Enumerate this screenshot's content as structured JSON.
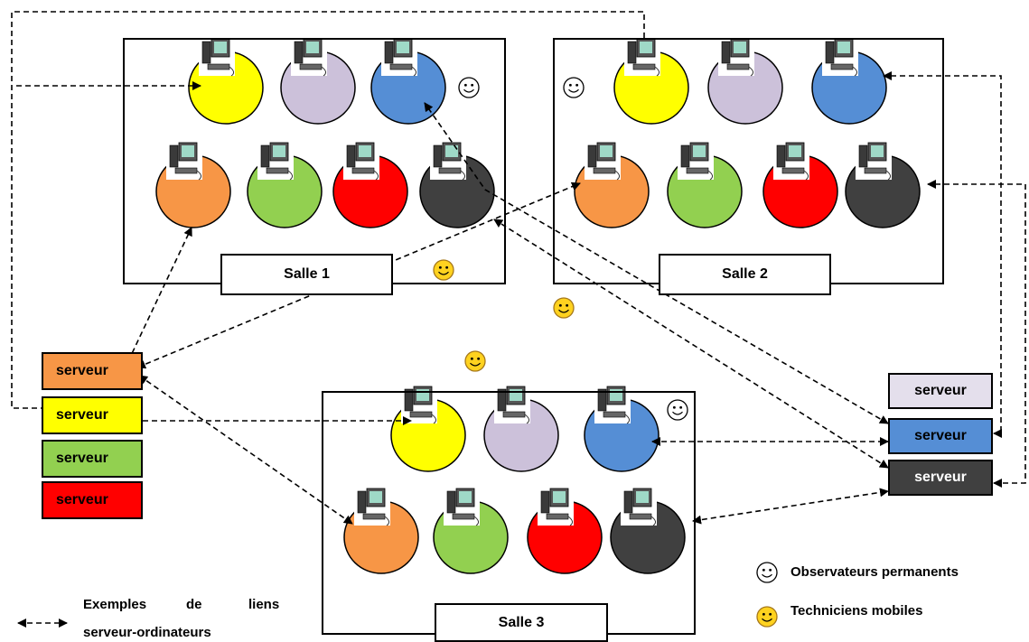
{
  "rooms": [
    {
      "id": "salle-1",
      "label": "Salle 1"
    },
    {
      "id": "salle-2",
      "label": "Salle 2"
    },
    {
      "id": "salle-3",
      "label": "Salle 3"
    }
  ],
  "servers_left": [
    {
      "label": "serveur",
      "color": "#f79646",
      "text_color": "#000000"
    },
    {
      "label": "serveur",
      "color": "#ffff00",
      "text_color": "#000000"
    },
    {
      "label": "serveur",
      "color": "#92d050",
      "text_color": "#000000"
    },
    {
      "label": "serveur",
      "color": "#ff0000",
      "text_color": "#000000"
    }
  ],
  "servers_right": [
    {
      "label": "serveur",
      "color": "#e4dfec",
      "text_color": "#000000"
    },
    {
      "label": "serveur",
      "color": "#558ed5",
      "text_color": "#000000"
    },
    {
      "label": "serveur",
      "color": "#404040",
      "text_color": "#ffffff"
    }
  ],
  "computer_colors": {
    "yellow": "#ffff00",
    "lavender": "#ccc1da",
    "blue": "#558ed5",
    "orange": "#f79646",
    "green": "#92d050",
    "red": "#ff0000",
    "dark": "#404040"
  },
  "legend": {
    "links_line1_words": [
      "Exemples",
      "de",
      "liens"
    ],
    "links_line2": "serveur-ordinateurs",
    "observers": "Observateurs permanents",
    "technicians": "Techniciens mobiles"
  },
  "icons": {
    "computer": "computer-icon",
    "observer": "smiley-outline-icon",
    "technician": "smiley-yellow-icon"
  }
}
